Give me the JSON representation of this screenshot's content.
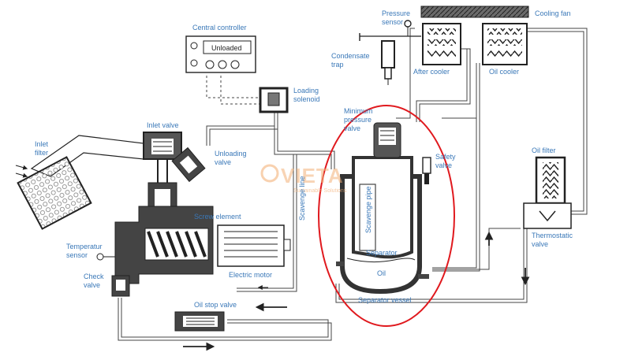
{
  "labels": {
    "central_controller": "Central controller",
    "display": "Unloaded",
    "pressure_sensor_1": "Pressure",
    "pressure_sensor_2": "sensor",
    "cooling_fan": "Cooling fan",
    "condensate_1": "Condensate",
    "condensate_2": "trap",
    "after_cooler": "After cooler",
    "oil_cooler": "Oil cooler",
    "loading_solenoid_1": "Loading",
    "loading_solenoid_2": "solenoid",
    "inlet_valve": "Inlet valve",
    "inlet_filter_1": "Inlet",
    "inlet_filter_2": "filter",
    "unloading_valve_1": "Unloading",
    "unloading_valve_2": "valve",
    "min_pressure_1": "Minimum",
    "min_pressure_2": "pressure",
    "min_pressure_3": "valve",
    "safety_valve_1": "Safety",
    "safety_valve_2": "valve",
    "scavenge_line": "Scavenge line",
    "scavenge_pipe": "Scavenge pipe",
    "screw_element": "Screw element",
    "oil_filter": "Oil filter",
    "temperature_sensor_1": "Temperatur",
    "temperature_sensor_2": "sensor",
    "separator": "Separator",
    "oil": "Oil",
    "separator_vessel": "Separator vessel",
    "electric_motor": "Electric motor",
    "check_valve_1": "Check",
    "check_valve_2": "valve",
    "thermostatic_1": "Thermostatic",
    "thermostatic_2": "valve",
    "oil_stop_valve": "Oil stop valve"
  },
  "watermark": {
    "brand": "VIETA",
    "tagline": "Sustainable Solutions"
  },
  "colors": {
    "label": "#3a78b8",
    "highlight": "#e0191e",
    "watermark": "#f3b27a",
    "pipe": "#333333"
  }
}
